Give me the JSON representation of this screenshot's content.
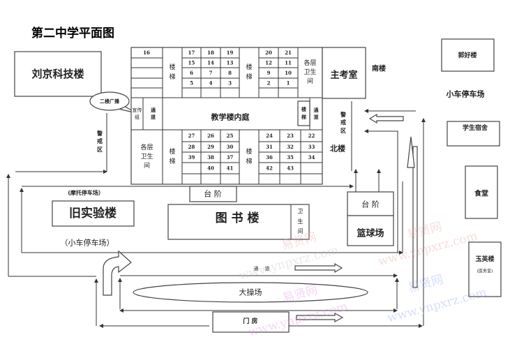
{
  "title": "第二中学平面图",
  "buildings": {
    "liujing": "刘京科技楼",
    "broadcast": "二楼广播",
    "publicity": "宣传组",
    "passage": "通道",
    "stairs": "楼梯",
    "toilets": "各层卫生间",
    "courtyard": "教学楼内庭",
    "exam_room": "主考室",
    "south_building": "南楼",
    "north_building": "北楼",
    "guard_zone": "警戒区",
    "guohao": "郭好楼",
    "car_park": "小车停车场",
    "car_park_paren": "（小车停车场）",
    "moto_park": "(摩托停车场）",
    "dorm": "学生宿舍",
    "canteen": "食堂",
    "yuying": "玉英楼",
    "clinic": "(医务室)",
    "old_lab": "旧实验楼",
    "library": "图 书 楼",
    "lib_toilet": "卫生间",
    "steps": "台 阶",
    "basketball": "篮球场",
    "road": "通    道",
    "playground": "大操场",
    "gatehouse": "门 房"
  },
  "rooms": {
    "top_left": [
      [
        "17",
        "18",
        "19"
      ],
      [
        "15",
        "14",
        "13"
      ],
      [
        "6",
        "7",
        "8"
      ],
      [
        "5",
        "4",
        "3"
      ],
      [
        "",
        "",
        ""
      ]
    ],
    "top_right": [
      [
        "20",
        "21"
      ],
      [
        "12",
        "11"
      ],
      [
        "9",
        "10"
      ],
      [
        "2",
        "1"
      ],
      [
        "",
        ""
      ]
    ],
    "bottom_left": [
      [
        "27",
        "26",
        "25"
      ],
      [
        "28",
        "29",
        "30"
      ],
      [
        "39",
        "38",
        "37"
      ],
      [
        "",
        "40",
        "41"
      ],
      [
        "",
        "",
        ""
      ]
    ],
    "bottom_right": [
      [
        "24",
        "23",
        "22"
      ],
      [
        "31",
        "32",
        "33"
      ],
      [
        "36",
        "35",
        "34"
      ],
      [
        "42",
        "43",
        ""
      ],
      [
        "",
        "",
        ""
      ]
    ],
    "top_left_col_first": "16"
  },
  "watermark": [
    "易贤网",
    "www.ynpxrz.com"
  ]
}
